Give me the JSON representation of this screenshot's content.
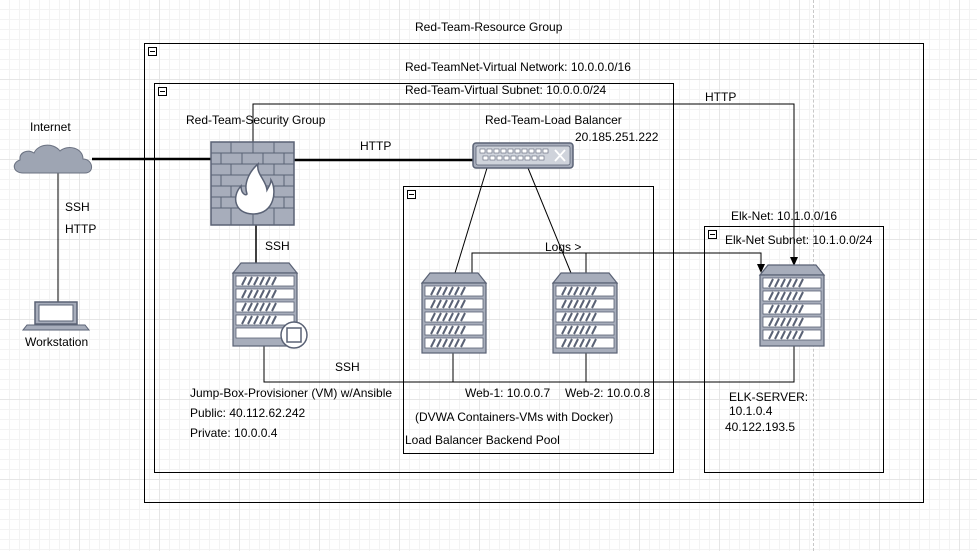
{
  "diagram": {
    "title": "Red-Team-Resource Group",
    "containers": {
      "virtual_network": "Red-TeamNet-Virtual Network: 10.0.0.0/16",
      "virtual_subnet": "Red-Team-Virtual Subnet: 10.0.0.0/24",
      "backend_pool": "Load Balancer Backend Pool",
      "elk_net": "Elk-Net: 10.1.0.0/16",
      "elk_subnet": "Elk-Net Subnet: 10.1.0.0/24"
    },
    "nodes": {
      "internet": "Internet",
      "workstation": "Workstation",
      "security_group": "Red-Team-Security Group",
      "load_balancer": "Red-Team-Load Balancer",
      "load_balancer_ip": "20.185.251.222",
      "jump_box": {
        "name": "Jump-Box-Provisioner (VM) w/Ansible",
        "public": "Public: 40.112.62.242",
        "private": "Private: 10.0.0.4"
      },
      "web1": "Web-1: 10.0.0.7",
      "web2": "Web-2: 10.0.0.8",
      "dvwa_note": "(DVWA Containers-VMs with Docker)",
      "elk_server": {
        "name": "ELK-SERVER:",
        "private": "10.1.0.4",
        "public": "40.122.193.5"
      }
    },
    "connections": {
      "internet_ssh": "SSH",
      "internet_http": "HTTP",
      "firewall_lb_http": "HTTP",
      "top_http": "HTTP",
      "firewall_jump_ssh": "SSH",
      "jump_web_ssh": "SSH",
      "logs": "Logs >"
    },
    "colors": {
      "stroke": "#000000",
      "device_fill": "#a7adbb",
      "device_dark": "#5a6275",
      "cloud_fill": "#9ea5b3",
      "flame": "#ffffff",
      "grid": "#e6e6e6"
    }
  }
}
